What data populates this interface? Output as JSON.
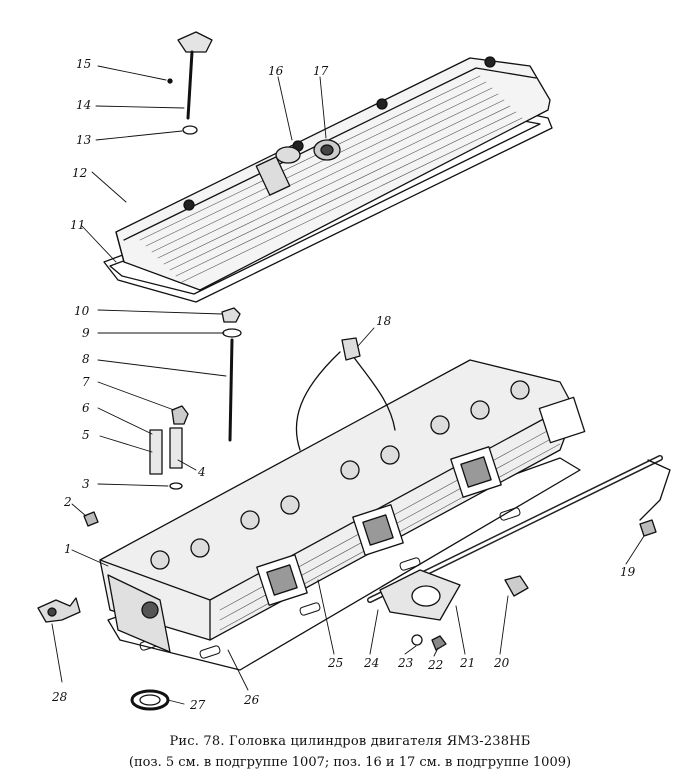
{
  "figure": {
    "caption_line1": "Рис. 78. Головка цилиндров двигателя ЯМЗ-238НБ",
    "caption_line2": "(поз. 5 см. в подгруппе 1007; поз. 16 и 17 см. в подгруппе 1009)"
  },
  "callouts": {
    "n1": "1",
    "n2": "2",
    "n3": "3",
    "n4": "4",
    "n5": "5",
    "n6": "6",
    "n7": "7",
    "n8": "8",
    "n9": "9",
    "n10": "10",
    "n11": "11",
    "n12": "12",
    "n13": "13",
    "n14": "14",
    "n15": "15",
    "n16": "16",
    "n17": "17",
    "n18": "18",
    "n19": "19",
    "n20": "20",
    "n21": "21",
    "n22": "22",
    "n23": "23",
    "n24": "24",
    "n25": "25",
    "n26": "26",
    "n27": "27",
    "n28": "28"
  }
}
